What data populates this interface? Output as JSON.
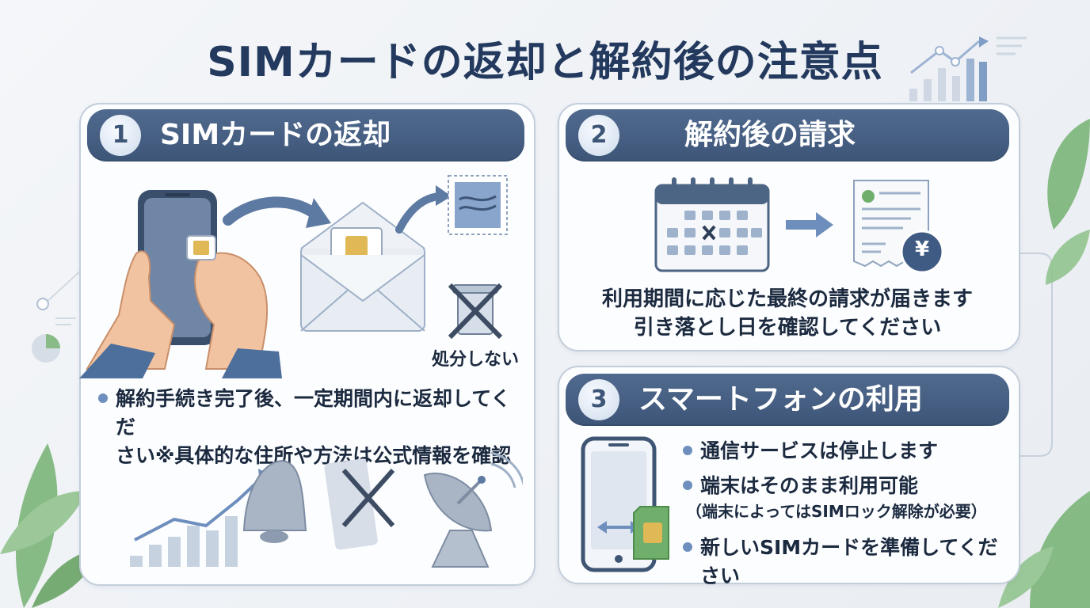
{
  "title": "SIMカードの返却と解約後の注意点",
  "section1": {
    "number": "1",
    "heading": "SIMカードの返却",
    "no_dispose_label": "処分しない",
    "note_line1": "解約手続き完了後、一定期間内に返却してくだ",
    "note_line2": "さい※具体的な住所や方法は公式情報を確認"
  },
  "section2": {
    "number": "2",
    "heading": "解約後の請求",
    "line1": "利用期間に応じた最終の請求が届きます",
    "line2": "引き落とし日を確認してください",
    "yen_symbol": "¥"
  },
  "section3": {
    "number": "3",
    "heading": "スマートフォンの利用",
    "item1": "通信サービスは停止します",
    "item2": "端末はそのまま利用可能",
    "item2_sub": "（端末によってはSIMロック解除が必要）",
    "item3": "新しいSIMカードを準備してください"
  },
  "colors": {
    "header": "#46607f",
    "title": "#233a5e",
    "accent": "#6e8fbd"
  }
}
